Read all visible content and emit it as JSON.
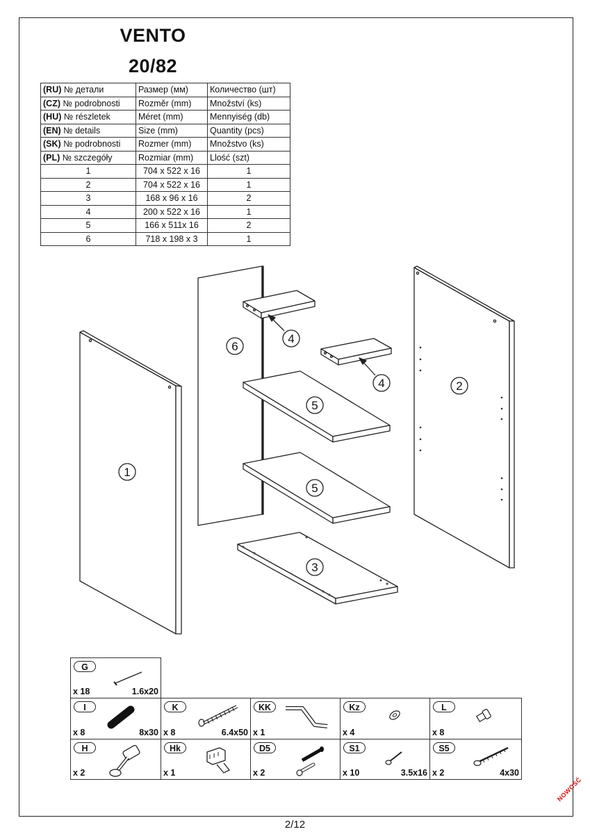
{
  "header": {
    "title": "VENTO",
    "model": "20/82"
  },
  "parts_table": {
    "lang_rows": [
      {
        "code": "(RU)",
        "detail": "№ детали",
        "size": "Размер  (мм)",
        "qty": "Количество (шт)"
      },
      {
        "code": "(CZ)",
        "detail": "№ podrobnosti",
        "size": "Rozměr (mm)",
        "qty": "Množství (ks)"
      },
      {
        "code": "(HU)",
        "detail": "№ részletek",
        "size": "Méret (mm)",
        "qty": "Mennyiség (db)"
      },
      {
        "code": "(EN)",
        "detail": "№ details",
        "size": "Size (mm)",
        "qty": "Quantity  (pcs)"
      },
      {
        "code": "(SK)",
        "detail": "№ podrobnosti",
        "size": "Rozmer (mm)",
        "qty": "Množstvo (ks)"
      },
      {
        "code": "(PL)",
        "detail": "№ szczegóły",
        "size": "Rozmiar (mm)",
        "qty": "Llość (szt)"
      }
    ],
    "rows": [
      {
        "no": "1",
        "size": "704 x 522 x 16",
        "qty": "1"
      },
      {
        "no": "2",
        "size": "704 x 522 x 16",
        "qty": "1"
      },
      {
        "no": "3",
        "size": "168 x 96 x 16",
        "qty": "2"
      },
      {
        "no": "4",
        "size": "200 x 522 x 16",
        "qty": "1"
      },
      {
        "no": "5",
        "size": "166 x 511x 16",
        "qty": "2"
      },
      {
        "no": "6",
        "size": "718 x 198 x 3",
        "qty": "1"
      }
    ]
  },
  "drawing": {
    "labels": {
      "p1": "1",
      "p2": "2",
      "p3": "3",
      "p4a": "4",
      "p4b": "4",
      "p5a": "5",
      "p5b": "5",
      "p6": "6"
    }
  },
  "hardware": [
    {
      "label": "G",
      "qty": "x 18",
      "size": "1.6x20",
      "icon": "nail-icon"
    },
    {
      "label": "I",
      "qty": "x 8",
      "size": "8x30",
      "icon": "wooden-dowel-icon"
    },
    {
      "label": "K",
      "qty": "x 8",
      "size": "6.4x50",
      "icon": "wall-plug-icon"
    },
    {
      "label": "KK",
      "qty": "x 1",
      "size": "",
      "icon": "hex-key-icon"
    },
    {
      "label": "Kz",
      "qty": "x 4",
      "size": "",
      "icon": "cap-icon"
    },
    {
      "label": "L",
      "qty": "x 8",
      "size": "",
      "icon": "shelf-pin-icon"
    },
    {
      "label": "H",
      "qty": "x 2",
      "size": "",
      "icon": "adjustable-leg-icon"
    },
    {
      "label": "Hk",
      "qty": "x 1",
      "size": "",
      "icon": "hanger-bracket-icon"
    },
    {
      "label": "D5",
      "qty": "x 2",
      "size": "",
      "icon": "screw-and-plug-icon"
    },
    {
      "label": "S1",
      "qty": "x 10",
      "size": "3.5x16",
      "icon": "small-screw-icon"
    },
    {
      "label": "S5",
      "qty": "x 2",
      "size": "4x30",
      "icon": "long-screw-icon"
    }
  ],
  "footer": {
    "page": "2/12",
    "stamp": "NOWOŚĆ"
  },
  "colors": {
    "stamp": "#d01010",
    "line": "#222222"
  }
}
